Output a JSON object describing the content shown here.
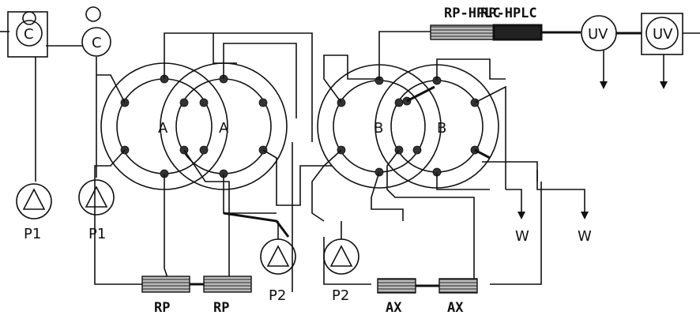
{
  "labels": {
    "column_top": "RP-HPLC",
    "column_top_overlap": "RP-HPLC",
    "detector_1": "UV",
    "detector_2": "UV",
    "valve_a_left": "A",
    "valve_a_right": "A",
    "valve_b_left": "B",
    "valve_b_right": "B",
    "pump_1_left": "P1",
    "pump_1_right": "P1",
    "pump_2_left": "P2",
    "pump_2_right": "P2",
    "column_rp_1": "RP",
    "column_rp_2": "RP",
    "column_ax_1": "AX",
    "column_ax_2": "AX",
    "waste_1": "W",
    "waste_2": "W",
    "cap_left": "C",
    "cap_right": "C"
  },
  "colors": {
    "ink": "#111111",
    "background": "#ffffff"
  }
}
